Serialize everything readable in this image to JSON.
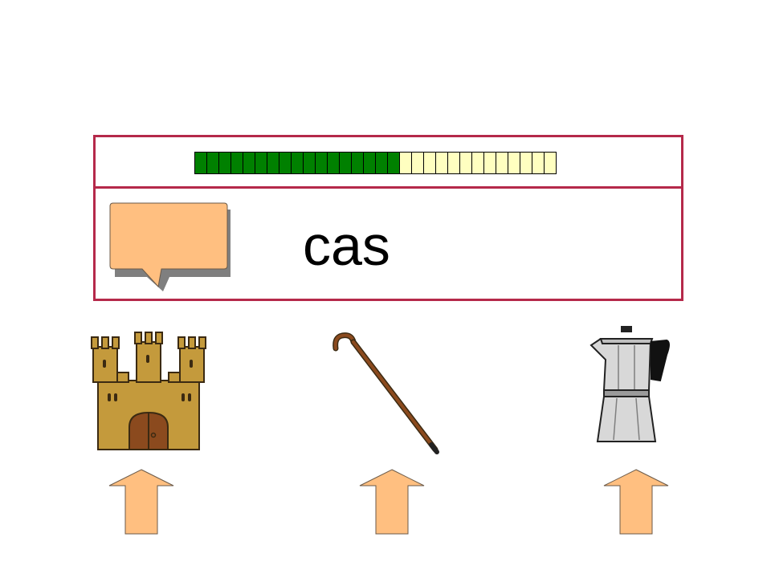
{
  "word": {
    "text": "cas"
  },
  "progress": {
    "total": 30,
    "completed": 17,
    "done_color": "#008000",
    "todo_color": "#ffffc0"
  },
  "speech_button": {
    "icon": "speech-bubble-icon",
    "color": "#ffbf80"
  },
  "choices": [
    {
      "name": "castle",
      "icon": "castle-icon"
    },
    {
      "name": "walking-cane",
      "icon": "walking-cane-icon"
    },
    {
      "name": "moka-pot",
      "icon": "moka-pot-icon"
    }
  ],
  "select_arrow": {
    "icon": "up-arrow-icon",
    "color": "#ffbf80"
  }
}
